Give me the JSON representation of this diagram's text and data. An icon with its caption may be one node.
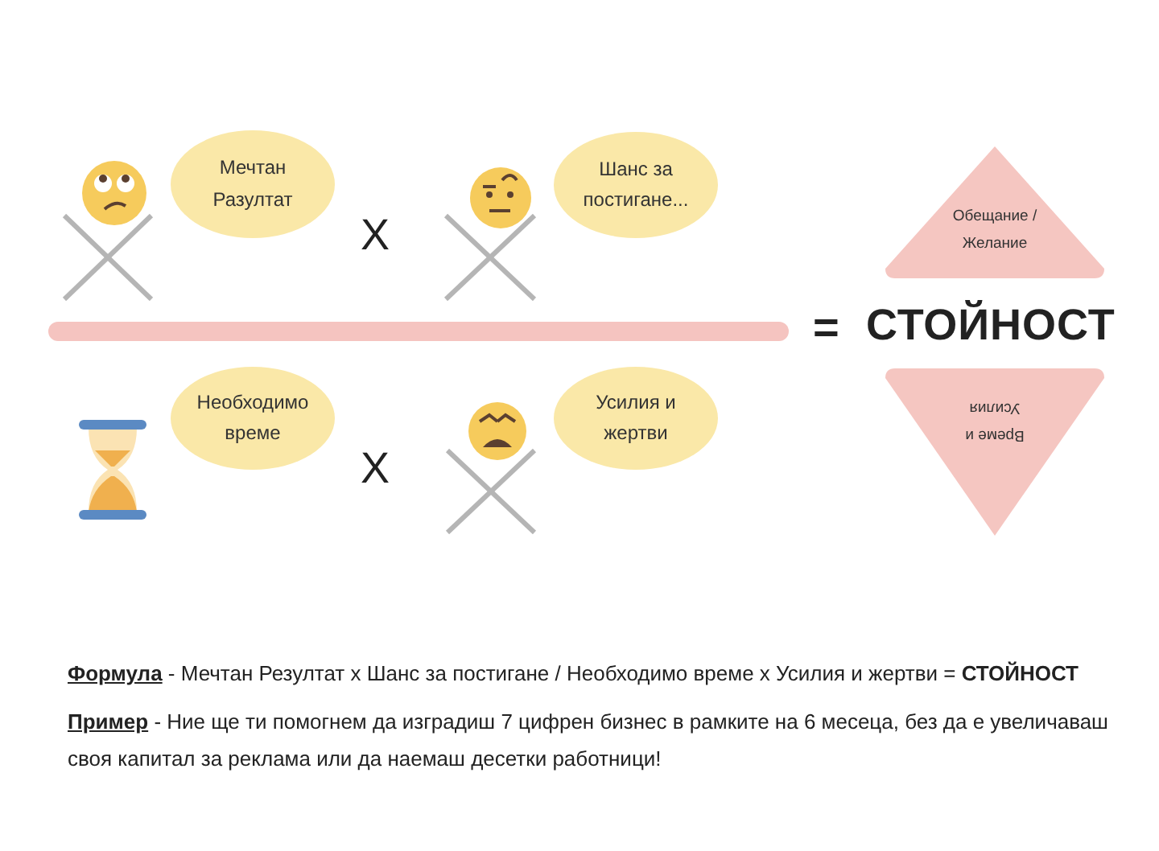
{
  "diagram": {
    "nodes": [
      {
        "text": [
          "Мечтан Разултат"
        ]
      },
      {
        "text": [
          "Шанс за постигане..."
        ]
      },
      {
        "text": [
          "Обещание / Желание"
        ]
      },
      {
        "text": [
          "Необходимо време"
        ]
      },
      {
        "text": [
          "Усилия и жертви"
        ]
      },
      {
        "text": [
          "Време и Усилия"
        ]
      }
    ],
    "labels": [
      "X",
      "X",
      "=",
      "СТОЙНОСТ",
      "**Формула** - Мечтан Резултат х Шанс за постигане / Необходимо време х Усилия и жертви = **СТОЙНОСТ**",
      "**Пример** - Ние ще ти помогнем да изградиш 7 цифрен бизнес в рамките на 6 месеца, без да е увеличаваш своя капитал за реклама или да наемаш десетки работници!"
    ]
  }
}
